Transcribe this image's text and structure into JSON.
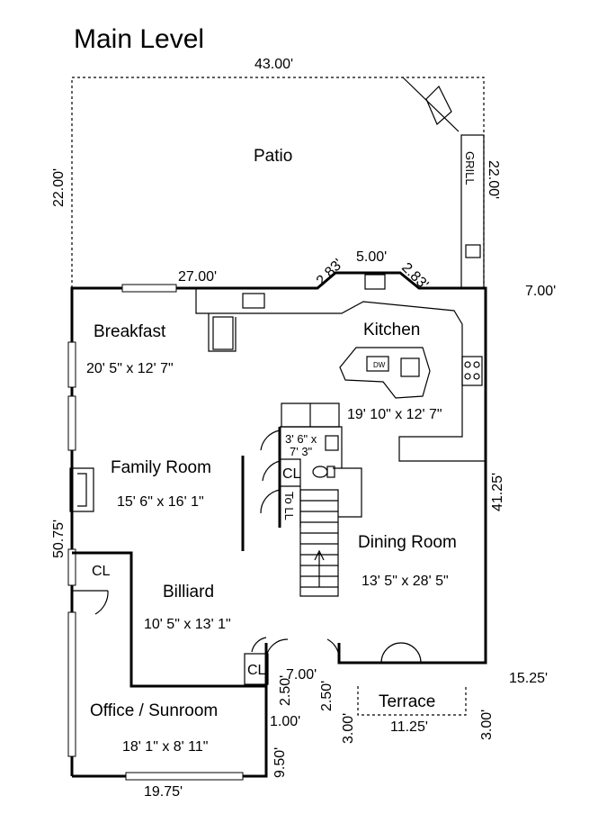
{
  "title": "Main Level",
  "rooms": {
    "patio": "Patio",
    "grill": "GRILL",
    "breakfast": "Breakfast",
    "breakfast_dims": "20' 5\" x 12' 7\"",
    "kitchen": "Kitchen",
    "kitchen_dims": "19' 10\" x 12' 7\"",
    "dw": "DW",
    "family_room": "Family Room",
    "family_room_dims": "15' 6\" x 16' 1\"",
    "half_bath_dims_1": "3' 6\" x",
    "half_bath_dims_2": "7' 3\"",
    "cl_bath": "CL",
    "to_ll": "To LL",
    "dining_room": "Dining Room",
    "dining_room_dims": "13' 5\" x 28' 5\"",
    "cl_left": "CL",
    "billiard": "Billiard",
    "billiard_dims": "10' 5\" x 13' 1\"",
    "cl_small": "CL",
    "office": "Office / Sunroom",
    "office_dims": "18' 1\" x 8' 11\"",
    "terrace": "Terrace"
  },
  "measurements": {
    "patio_width": "43.00'",
    "patio_left": "22.00'",
    "patio_right": "22.00'",
    "rear_27": "27.00'",
    "bay_left": "2.83'",
    "bay_center": "5.00'",
    "bay_right": "2.83'",
    "rear_right": "7.00'",
    "right_side": "41.25'",
    "left_side": "50.75'",
    "front_right": "15.25'",
    "entry_width": "7.00'",
    "entry_left_250": "2.50'",
    "entry_right_250": "2.50'",
    "offset_100": "1.00'",
    "terrace_left_300": "3.00'",
    "terrace_width": "11.25'",
    "terrace_right_300": "3.00'",
    "office_side": "9.50'",
    "office_width": "19.75'"
  }
}
